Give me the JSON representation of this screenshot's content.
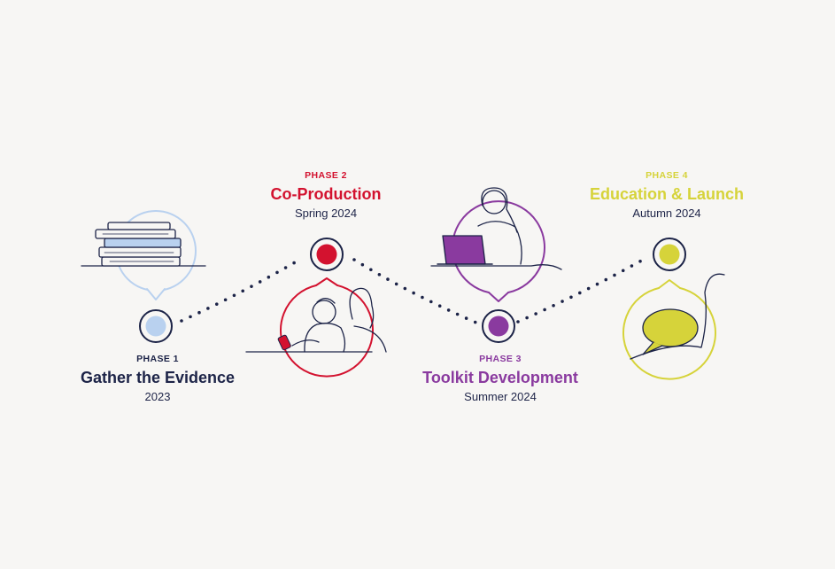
{
  "colors": {
    "navy": "#1c2347",
    "red": "#d3122f",
    "purple": "#8a3a9f",
    "yellow": "#d6d33a",
    "lightblue": "#b9d1ef"
  },
  "phases": [
    {
      "tag": "PHASE 1",
      "title": "Gather the Evidence",
      "date": "2023",
      "color": "#1c2347",
      "icon": "books-icon"
    },
    {
      "tag": "PHASE 2",
      "title": "Co-Production",
      "date": "Spring 2024",
      "color": "#d3122f",
      "icon": "people-phone-icon"
    },
    {
      "tag": "PHASE 3",
      "title": "Toolkit Development",
      "date": "Summer 2024",
      "color": "#8a3a9f",
      "icon": "person-laptop-icon"
    },
    {
      "tag": "PHASE 4",
      "title": "Education & Launch",
      "date": "Autumn 2024",
      "color": "#d6d33a",
      "icon": "speech-bubble-icon"
    }
  ]
}
